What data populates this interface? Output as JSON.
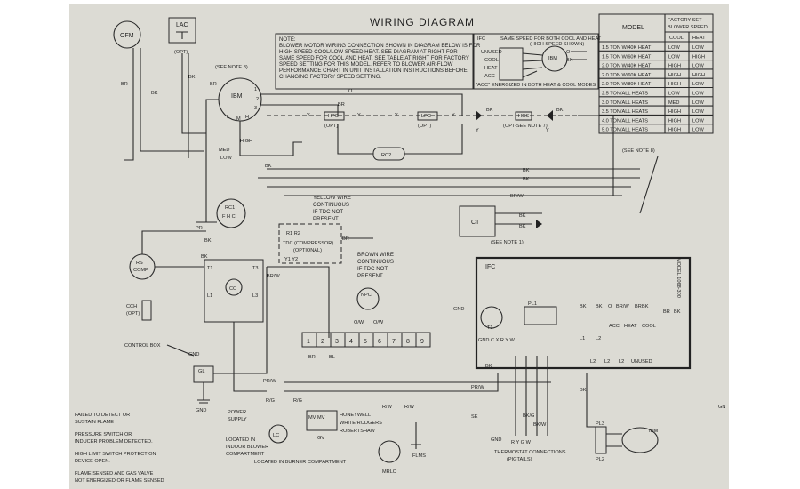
{
  "title": "WIRING DIAGRAM",
  "note": {
    "heading": "NOTE:",
    "lines": [
      "BLOWER MOTOR WIRING CONNECTION SHOWN IN DIAGRAM BELOW IS FOR",
      "HIGH SPEED COOL/LOW SPEED HEAT. SEE DIAGRAM AT RIGHT FOR",
      "SAME SPEED FOR COOL AND HEAT. SEE TABLE AT RIGHT FOR FACTORY",
      "SPEED SETTING FOR THIS MODEL. REFER TO BLOWER AIR-FLOW",
      "PERFORMANCE CHART IN UNIT INSTALLATION INSTRUCTIONS BEFORE",
      "CHANGING FACTORY SPEED SETTING.",
      ""
    ]
  },
  "inset": {
    "label": "IFC",
    "title": "SAME SPEED FOR BOTH COOL AND HEAT",
    "subtitle": "(HIGH SPEED SHOWN)",
    "terminals": [
      "UNUSED",
      "COOL",
      "HEAT",
      "ACC"
    ],
    "motor": "IBM",
    "motor_pins": [
      "O",
      "BK"
    ],
    "footnote": "*ACC* ENERGIZED IN BOTH HEAT & COOL MODES"
  },
  "table": {
    "header_model": "MODEL",
    "header_factory": "FACTORY SET",
    "header_blower": "BLOWER SPEED",
    "header_cool": "COOL",
    "header_heat": "HEAT",
    "rows": [
      {
        "model": "1.5 TON W/40K HEAT",
        "cool": "LOW",
        "heat": "LOW"
      },
      {
        "model": "1.5 TON W/60K HEAT",
        "cool": "LOW",
        "heat": "HIGH"
      },
      {
        "model": "2.0 TON W/40K HEAT",
        "cool": "HIGH",
        "heat": "LOW"
      },
      {
        "model": "2.0 TON W/60K HEAT",
        "cool": "HIGH",
        "heat": "HIGH"
      },
      {
        "model": "2.0 TON W/80K HEAT",
        "cool": "HIGH",
        "heat": "LOW"
      },
      {
        "model": "2.5 TON/ALL HEATS",
        "cool": "LOW",
        "heat": "LOW"
      },
      {
        "model": "3.0 TON/ALL HEATS",
        "cool": "MED",
        "heat": "LOW"
      },
      {
        "model": "3.5 TON/ALL HEATS",
        "cool": "HIGH",
        "heat": "LOW"
      },
      {
        "model": "4.0 TON/ALL HEATS",
        "cool": "HIGH",
        "heat": "LOW"
      },
      {
        "model": "5.0 TON/ALL HEATS",
        "cool": "HIGH",
        "heat": "LOW"
      }
    ]
  },
  "components": {
    "ofm": "OFM",
    "lac": "LAC",
    "opt": "(OPT)",
    "opt2": "(OPT)",
    "opt_word": "(OPTIONAL)",
    "ibm": "IBM",
    "ibm_taps": [
      "1",
      "2",
      "3",
      "L",
      "M",
      "H"
    ],
    "hpc": "HPC",
    "lpc": "LPC",
    "hgs": "HGS",
    "hgs_note": "(OPT-SEE NOTE 7)",
    "rc2": "RC2",
    "rc1": "RC1",
    "rc1_pins": "F H C",
    "rs": "RS",
    "comp": "COMP",
    "t1": "T1",
    "t3": "T3",
    "l1": "L1",
    "l3": "L3",
    "cc": "CC",
    "cch": "CCH",
    "control_box": "CONTROL BOX",
    "gnd": "GND",
    "gl": "GL",
    "power": "POWER",
    "supply": "SUPPLY",
    "tdc": "TDC (COMPRESSOR)",
    "tdc_r": "R1 R2",
    "tdc_y": "Y1 Y2",
    "npc": "NPC",
    "ct": "CT",
    "ifc": "IFC",
    "model": "MODEL 1068-300",
    "pl1": "PL1",
    "ifc_terms": "GND C X R Y W",
    "se": "SE",
    "gv": "GV",
    "gv_pins": "MV MV",
    "lc": "LC",
    "located_indoor": [
      "LOCATED IN",
      "INDOOR BLOWER",
      "COMPARTMENT"
    ],
    "located_burner": "LOCATED IN BURNER COMPARTMENT",
    "mrlc": "MRLC",
    "flms": "FLMS",
    "tstat": [
      "THERMOSTAT CONNECTIONS",
      "(PIGTAILS)"
    ],
    "tstat_terms": "R Y G W",
    "pl3": "PL3",
    "pl2": "PL2",
    "idm": "IDM"
  },
  "wires": {
    "br": "BR",
    "bk": "BK",
    "bl": "BL",
    "o": "O",
    "y": "Y",
    "brw": "BR/W",
    "pr": "PR",
    "prw": "PR/W",
    "ow": "O/W",
    "rg": "R/G",
    "rw": "R/W",
    "bkg": "BK/G",
    "bkw": "BK/W",
    "med": "MED",
    "high": "HIGH",
    "low": "LOW"
  },
  "notes": {
    "see8": "(SEE NOTE 8)",
    "see1": "(SEE NOTE 1)",
    "yellow": [
      "YELLOW WIRE",
      "CONTINUOUS",
      "IF TDC NOT",
      "PRESENT."
    ],
    "brown": [
      "BROWN WIRE",
      "CONTINUOUS",
      "IF TDC NOT",
      "PRESENT."
    ]
  },
  "terminal_strip": [
    "1",
    "2",
    "3",
    "4",
    "5",
    "6",
    "7",
    "8",
    "9"
  ],
  "ifc_terminals": [
    "L1",
    "L2",
    "ACC",
    "HEAT",
    "COOL",
    "L2",
    "L2",
    "L2",
    "UNUSED"
  ],
  "valves": [
    "HONEYWELL",
    "WHITE/RODGERS",
    "ROBERTSHAW"
  ],
  "legend": [
    "FAILED TO DETECT OR",
    "SUSTAIN FLAME",
    "PRESSURE SWITCH OR",
    "INDUCER PROBLEM DETECTED.",
    "HIGH LIMIT SWITCH PROTECTION",
    "DEVICE OPEN.",
    "FLAME SENSED AND GAS VALVE",
    "NOT ENERGIZED OR FLAME SENSED"
  ],
  "legend_right": "GN"
}
